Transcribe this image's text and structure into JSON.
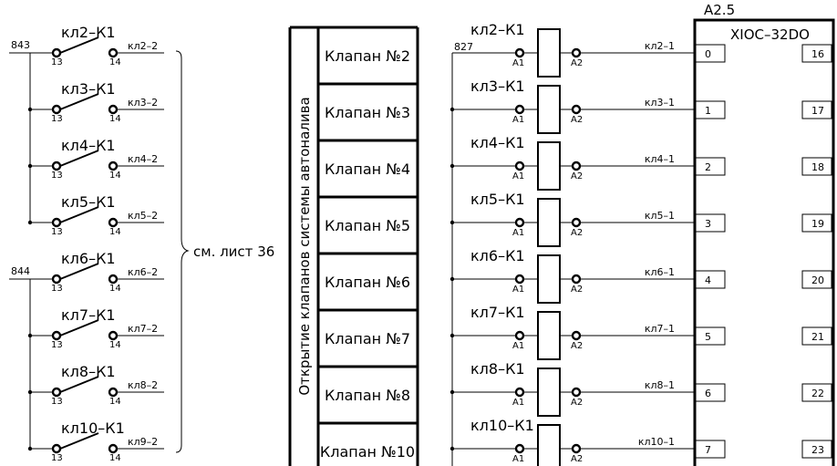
{
  "left_contacts": {
    "wire_843": "843",
    "wire_844": "844",
    "rows": [
      {
        "label": "кл2–К1",
        "out": "кл2–2",
        "pin_a": "13",
        "pin_b": "14"
      },
      {
        "label": "кл3–К1",
        "out": "кл3–2",
        "pin_a": "13",
        "pin_b": "14"
      },
      {
        "label": "кл4–К1",
        "out": "кл4–2",
        "pin_a": "13",
        "pin_b": "14"
      },
      {
        "label": "кл5–К1",
        "out": "кл5–2",
        "pin_a": "13",
        "pin_b": "14"
      },
      {
        "label": "кл6–К1",
        "out": "кл6–2",
        "pin_a": "13",
        "pin_b": "14"
      },
      {
        "label": "кл7–К1",
        "out": "кл7–2",
        "pin_a": "13",
        "pin_b": "14"
      },
      {
        "label": "кл8–К1",
        "out": "кл8–2",
        "pin_a": "13",
        "pin_b": "14"
      },
      {
        "label": "кл10–К1",
        "out": "кл9–2",
        "pin_a": "13",
        "pin_b": "14"
      }
    ]
  },
  "reference": "см. лист 36",
  "valve_table": {
    "title": "Открытие клапанов системы автоналива",
    "rows": [
      "Клапан №2",
      "Клапан №3",
      "Клапан №4",
      "Клапан №5",
      "Клапан №6",
      "Клапан №7",
      "Клапан №8",
      "Клапан №10"
    ]
  },
  "relays": {
    "wire_827": "827",
    "rows": [
      {
        "label": "кл2–К1",
        "out": "кл2–1",
        "pin_a": "A1",
        "pin_b": "A2"
      },
      {
        "label": "кл3–К1",
        "out": "кл3–1",
        "pin_a": "A1",
        "pin_b": "A2"
      },
      {
        "label": "кл4–К1",
        "out": "кл4–1",
        "pin_a": "A1",
        "pin_b": "A2"
      },
      {
        "label": "кл5–К1",
        "out": "кл5–1",
        "pin_a": "A1",
        "pin_b": "A2"
      },
      {
        "label": "кл6–К1",
        "out": "кл6–1",
        "pin_a": "A1",
        "pin_b": "A2"
      },
      {
        "label": "кл7–К1",
        "out": "кл7–1",
        "pin_a": "A1",
        "pin_b": "A2"
      },
      {
        "label": "кл8–К1",
        "out": "кл8–1",
        "pin_a": "A1",
        "pin_b": "A2"
      },
      {
        "label": "кл10–К1",
        "out": "кл10–1",
        "pin_a": "A1",
        "pin_b": "A2"
      }
    ]
  },
  "module": {
    "designator": "A2.5",
    "type": "XIOC–32DO",
    "left_pins": [
      "0",
      "1",
      "2",
      "3",
      "4",
      "5",
      "6",
      "7"
    ],
    "right_pins": [
      "16",
      "17",
      "18",
      "19",
      "20",
      "21",
      "22",
      "23"
    ]
  }
}
